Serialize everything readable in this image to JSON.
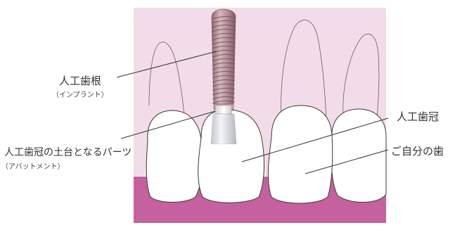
{
  "labels": {
    "implant": "人工歯根",
    "implant_sub": "（インプラント）",
    "abutment": "人工歯冠の土台となるパーツ",
    "abutment_sub": "（アバットメント）",
    "crown": "人工歯冠",
    "natural_tooth": "ご自分の歯"
  },
  "colors": {
    "background_panel": "#f3dce9",
    "gum": "#c5619e",
    "gum_line": "#9e3f7b",
    "tooth_fill": "#ffffff",
    "tooth_outline": "#3a3a3a",
    "implant_screw": "#b3878f",
    "leader_line": "#333333"
  }
}
